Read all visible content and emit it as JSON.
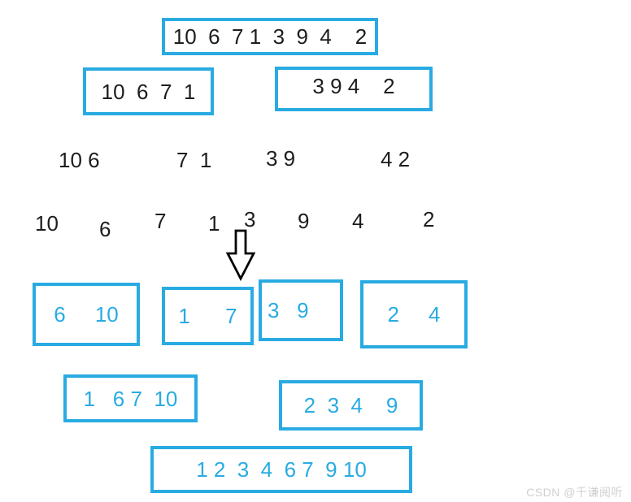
{
  "accent_color": "#29ABE2",
  "text_color": "#1d1d1d",
  "watermark_color": "#cfcfcf",
  "split": {
    "level1": "10  6  7 1  3  9  4    2",
    "level2_left": "10  6  7  1",
    "level2_right": "3 9 4    2",
    "level3": [
      "10 6",
      "7  1",
      "3 9",
      "4 2"
    ],
    "level4": [
      "10",
      "6",
      "7",
      "1",
      "3",
      "9",
      "4",
      "2"
    ]
  },
  "merge": {
    "level1": [
      "6     10",
      "1      7",
      "3   9",
      "2     4"
    ],
    "level2": [
      "1   6 7  10",
      "2  3  4    9"
    ],
    "level3": "1 2  3  4  6 7  9 10"
  },
  "arrow": "down-arrow",
  "watermark": "CSDN @千谦阅听"
}
